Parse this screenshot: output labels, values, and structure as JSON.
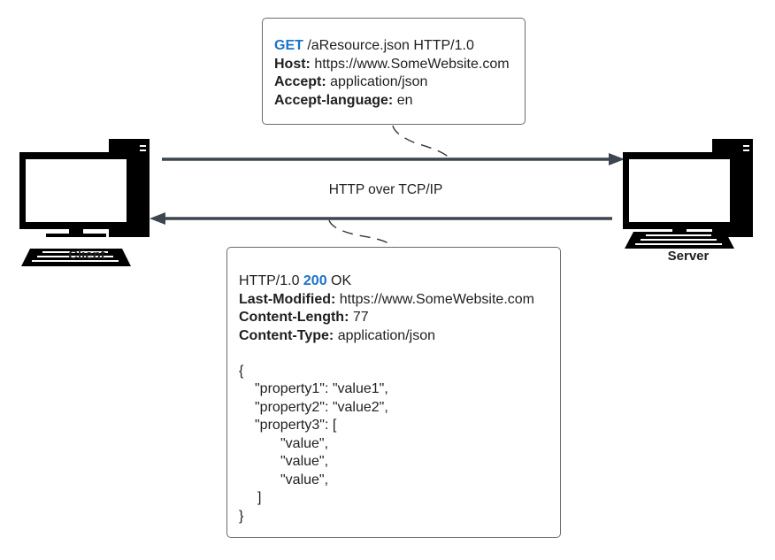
{
  "colors": {
    "accent": "#1a73c8",
    "arrow": "#3d4550",
    "box_border": "#6b6b6b",
    "computer": "#000000"
  },
  "icons": {
    "client": "desktop-computer-icon",
    "server": "desktop-computer-icon"
  },
  "client": {
    "label": "Client"
  },
  "server": {
    "label": "Server"
  },
  "connection": {
    "label": "HTTP over TCP/IP"
  },
  "request": {
    "method": "GET",
    "request_line": " /aResource.json HTTP/1.0",
    "headers": [
      {
        "name": "Host:",
        "value": " https://www.SomeWebsite.com"
      },
      {
        "name": "Accept:",
        "value": " application/json"
      },
      {
        "name": "Accept-language:",
        "value": " en"
      }
    ]
  },
  "response": {
    "status_prefix": "HTTP/1.0 ",
    "status_code": "200",
    "status_text": " OK",
    "headers": [
      {
        "name": "Last-Modified:",
        "value": " https://www.SomeWebsite.com"
      },
      {
        "name": "Content-Length:",
        "value": " 77"
      },
      {
        "name": "Content-Type:",
        "value": " application/json"
      }
    ],
    "body": {
      "open": "{",
      "property1": "\"property1\": \"value1\",",
      "property2": "\"property2\": \"value2\",",
      "property3_open": "\"property3\": [",
      "values": [
        "\"value\",",
        "\"value\",",
        "\"value\","
      ],
      "array_close": "]",
      "close": "}"
    }
  }
}
